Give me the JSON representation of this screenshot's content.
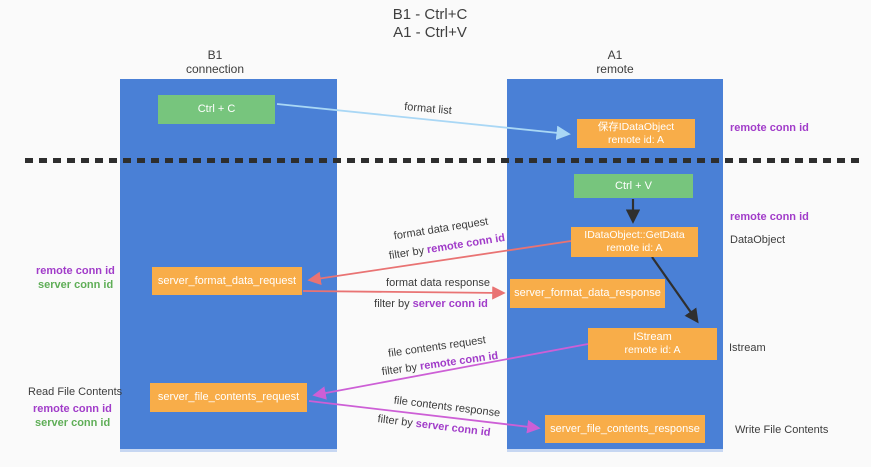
{
  "title": {
    "line1": "B1 - Ctrl+C",
    "line2": "A1 - Ctrl+V"
  },
  "columns": {
    "b1": {
      "name": "B1",
      "subtitle": "connection"
    },
    "a1": {
      "name": "A1",
      "subtitle": "remote"
    }
  },
  "nodes": {
    "ctrl_c": "Ctrl + C",
    "save_idataobject": {
      "line1": "保存IDataObject",
      "line2": "remote id: A"
    },
    "ctrl_v": "Ctrl + V",
    "getdata": {
      "line1": "IDataObject::GetData",
      "line2": "remote id: A"
    },
    "format_request": "server_format_data_request",
    "format_response": "server_format_data_response",
    "istream": {
      "line1": "IStream",
      "line2": "remote id: A"
    },
    "file_request": "server_file_contents_request",
    "file_response": "server_file_contents_response"
  },
  "edge_labels": {
    "format_list": "format list",
    "format_data_request": "format data request",
    "format_data_response": "format data response",
    "file_contents_request": "file contents request",
    "file_contents_response": "file contents response",
    "filter_by": "filter by ",
    "remote_conn_id": "remote conn id",
    "server_conn_id": "server conn id"
  },
  "side_labels": {
    "right_remote_conn_id_1": "remote conn id",
    "right_remote_conn_id_2": "remote conn id",
    "dataobject": "DataObject",
    "istream": "Istream",
    "write_file_contents": "Write File Contents",
    "read_file_contents": "Read File Contents",
    "left_remote_conn_id_1": "remote conn id",
    "left_server_conn_id_1": "server conn id",
    "left_remote_conn_id_2": "remote conn id",
    "left_server_conn_id_2": "server conn id"
  },
  "colors": {
    "column_blue": "#4a80d6",
    "node_orange": "#f8ad49",
    "node_green": "#77c57d",
    "arrow_light_blue": "#a9d7f5",
    "arrow_red": "#e97373",
    "arrow_magenta": "#cd5fd6",
    "arrow_black": "#2f2f2f",
    "text_purple": "#a13cc9",
    "text_green": "#5fae57"
  }
}
